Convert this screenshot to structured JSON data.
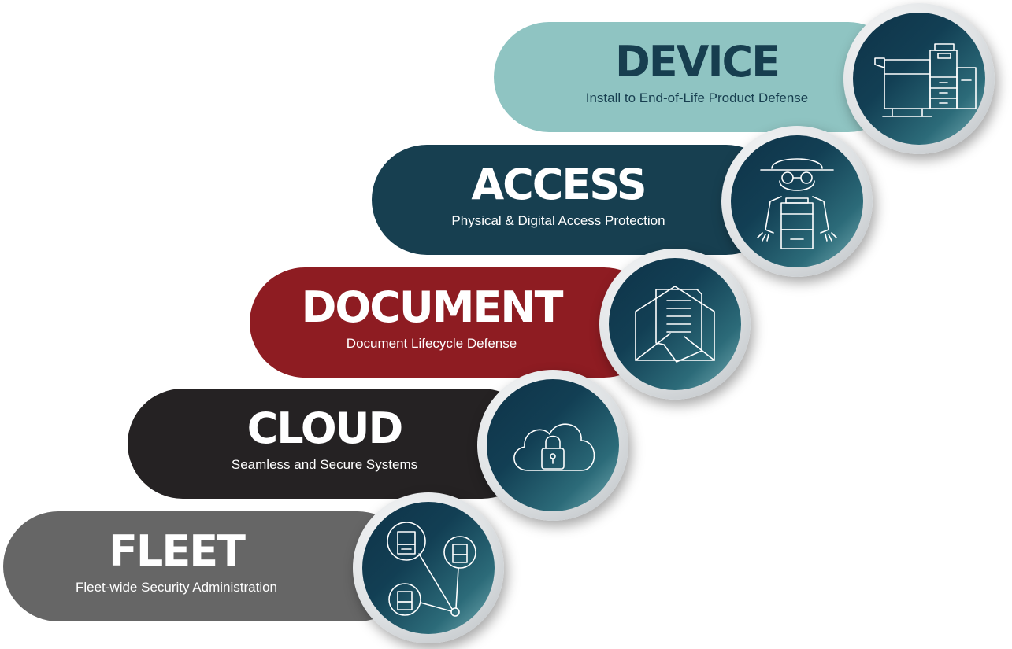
{
  "tiers": [
    {
      "key": "device",
      "title": "DEVICE",
      "subtitle": "Install to End-of-Life Product Defense",
      "color": "#8fc4c2",
      "title_color": "#173e4f",
      "subtitle_color": "#173e4f",
      "icon": "mfp-printer-icon"
    },
    {
      "key": "access",
      "title": "ACCESS",
      "subtitle": "Physical & Digital Access Protection",
      "color": "#173f50",
      "title_color": "#ffffff",
      "subtitle_color": "#ffffff",
      "icon": "spy-with-printer-icon"
    },
    {
      "key": "document",
      "title": "DOCUMENT",
      "subtitle": "Document Lifecycle Defense",
      "color": "#8e1c22",
      "title_color": "#ffffff",
      "subtitle_color": "#ffffff",
      "icon": "envelope-document-icon"
    },
    {
      "key": "cloud",
      "title": "CLOUD",
      "subtitle": "Seamless and Secure Systems",
      "color": "#252223",
      "title_color": "#ffffff",
      "subtitle_color": "#ffffff",
      "icon": "cloud-lock-icon"
    },
    {
      "key": "fleet",
      "title": "FLEET",
      "subtitle": "Fleet-wide Security Administration",
      "color": "#666666",
      "title_color": "#ffffff",
      "subtitle_color": "#ffffff",
      "icon": "printer-network-icon"
    }
  ]
}
